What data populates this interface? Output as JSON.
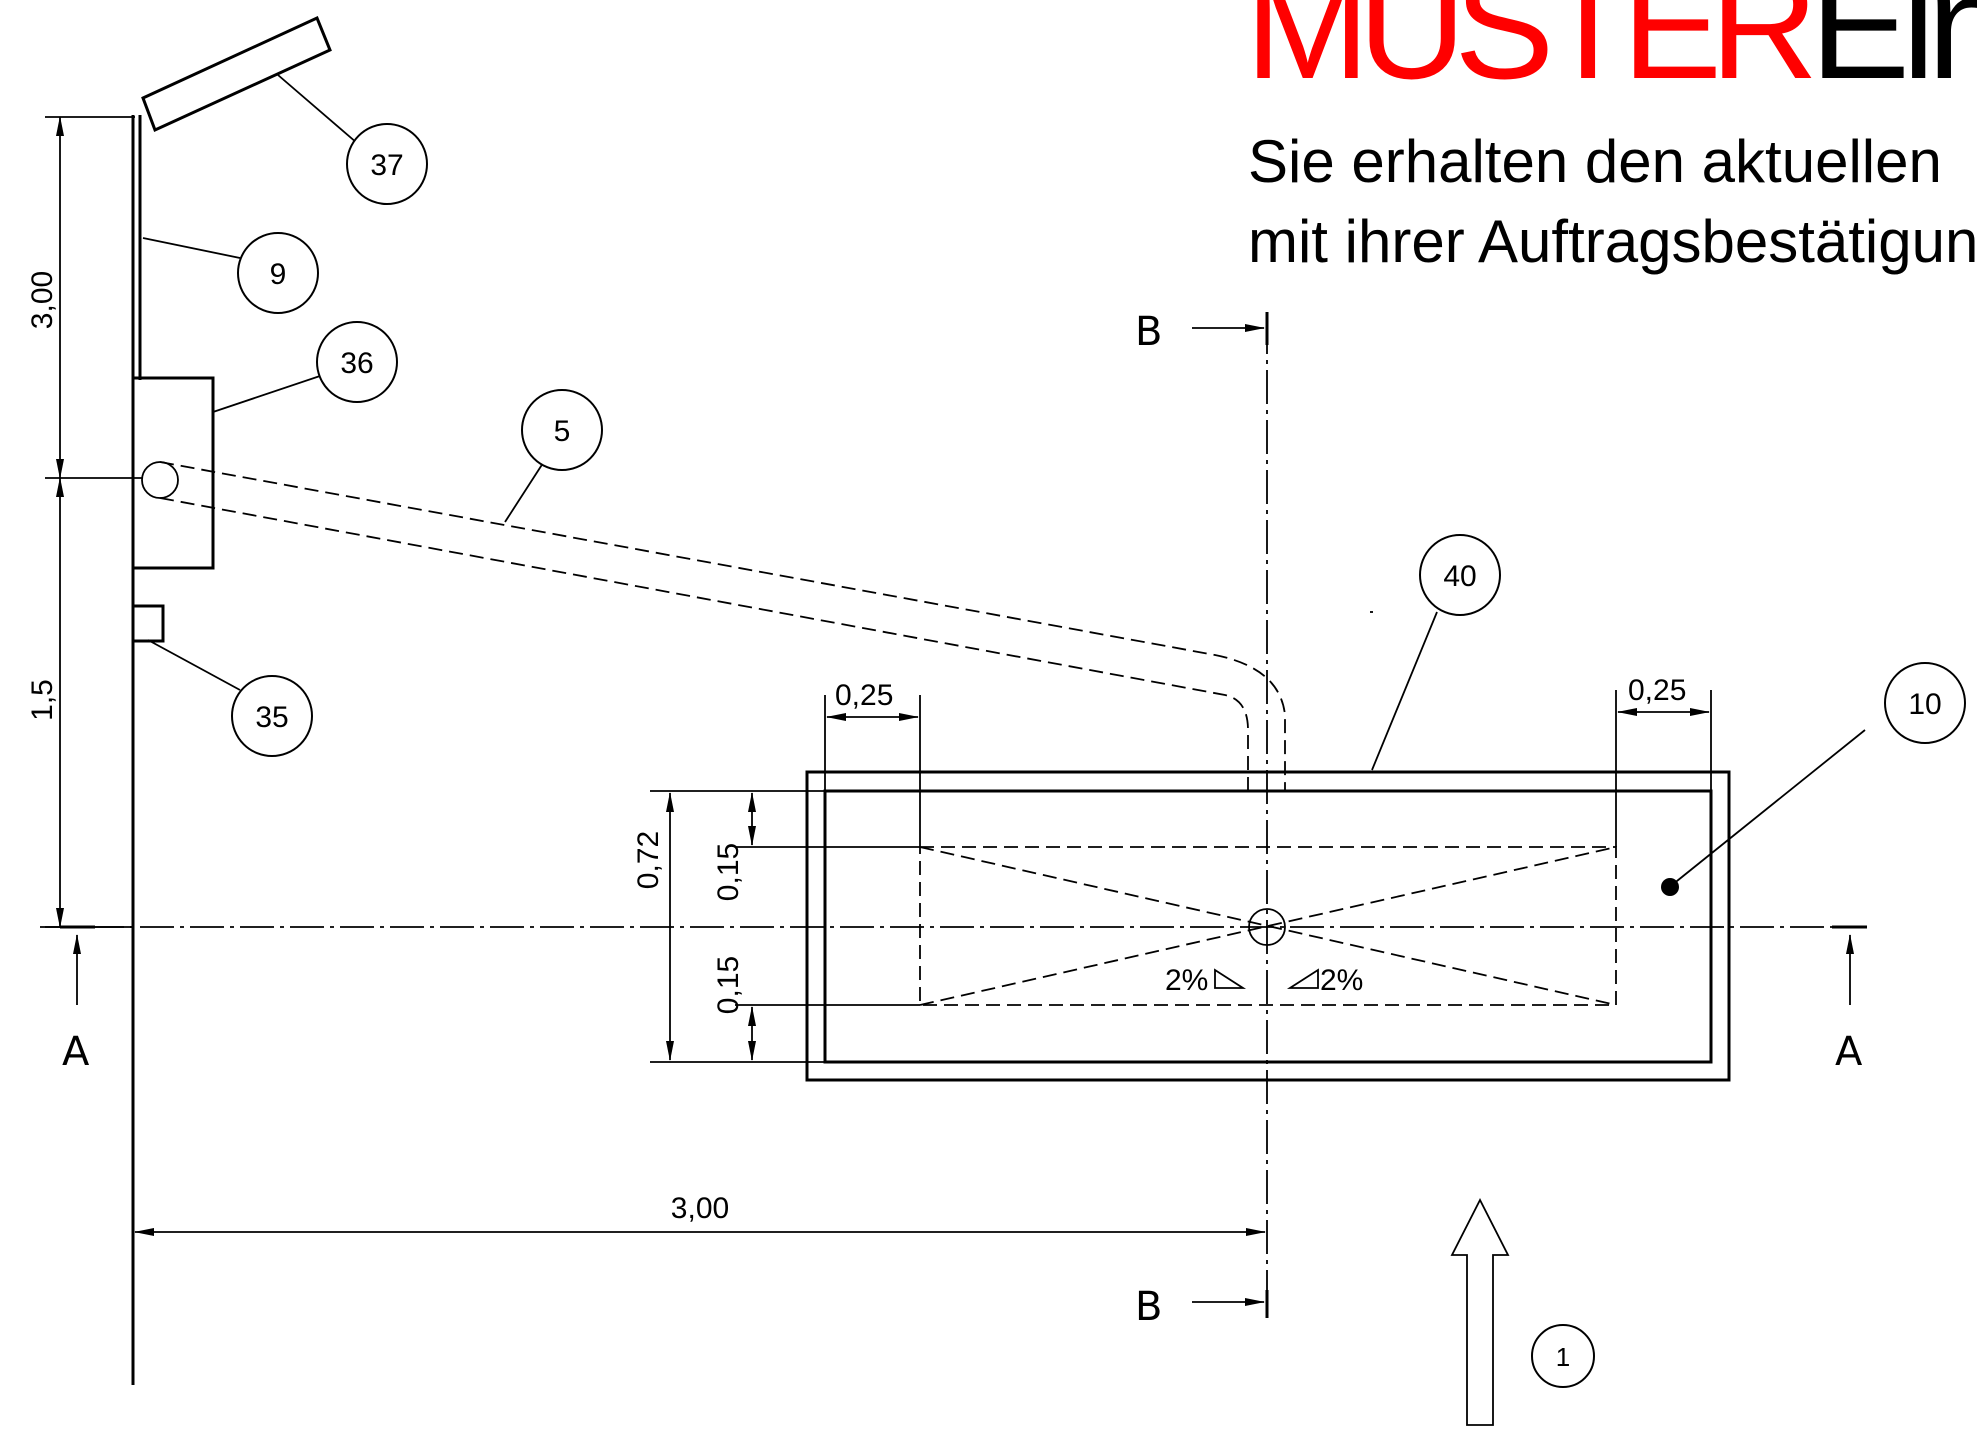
{
  "watermark": {
    "word_red": "MUSTER",
    "word_black": "Ein",
    "red_color": "#ff0000"
  },
  "note": {
    "line1": "Sie erhalten den aktuellen",
    "line2": "mit ihrer Auftragsbestätigung"
  },
  "sections": {
    "b_top": "B",
    "b_bottom": "B",
    "a_left": "A",
    "a_right": "A"
  },
  "dimensions": {
    "vertical_upper": "3,00",
    "vertical_lower": "1,5",
    "horizontal_main": "3,00",
    "left_offset": "0,25",
    "right_offset": "0,25",
    "box_height": "0,72",
    "half_upper": "0,15",
    "half_lower": "0,15",
    "slope_left": "2%",
    "slope_right": "2%"
  },
  "callouts": {
    "c37": "37",
    "c9": "9",
    "c36": "36",
    "c5": "5",
    "c35": "35",
    "c40": "40",
    "c10": "10",
    "c1": "1"
  }
}
